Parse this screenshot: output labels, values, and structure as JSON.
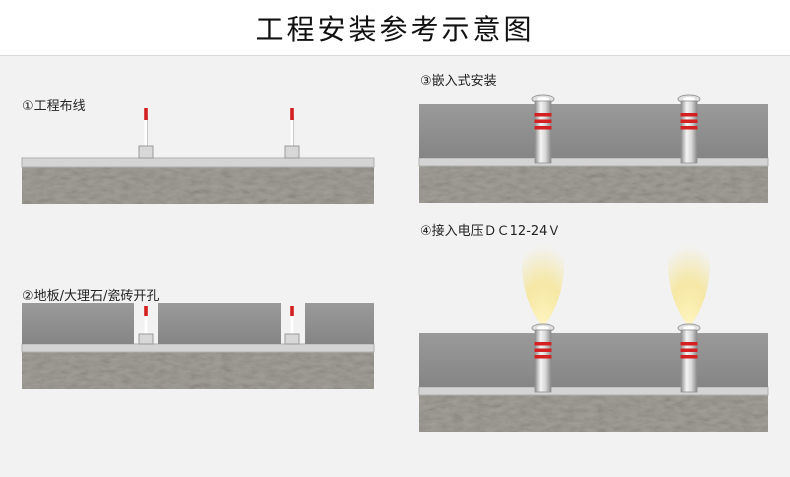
{
  "page": {
    "title": "工程安装参考示意图"
  },
  "steps": [
    {
      "label": "①工程布线"
    },
    {
      "label": "②地板/大理石/瓷砖开孔"
    },
    {
      "label": "③嵌入式安装"
    },
    {
      "label": "④接入电压ＤＣ12-24Ｖ"
    }
  ],
  "colors": {
    "background": "#f2f2f2",
    "concrete": "#a2a098",
    "floor_slab": "#8c8c8c",
    "conduit": "#d4d4d4",
    "wire": "#ffffff",
    "wire_tip": "#d42020",
    "fixture_ring": "#d42020",
    "fixture_body": "#c8c8c8",
    "light_beam": "#fff2b0"
  },
  "icons": [
    "buried-led-light-icon",
    "cable-icon",
    "conduit-junction-icon"
  ]
}
